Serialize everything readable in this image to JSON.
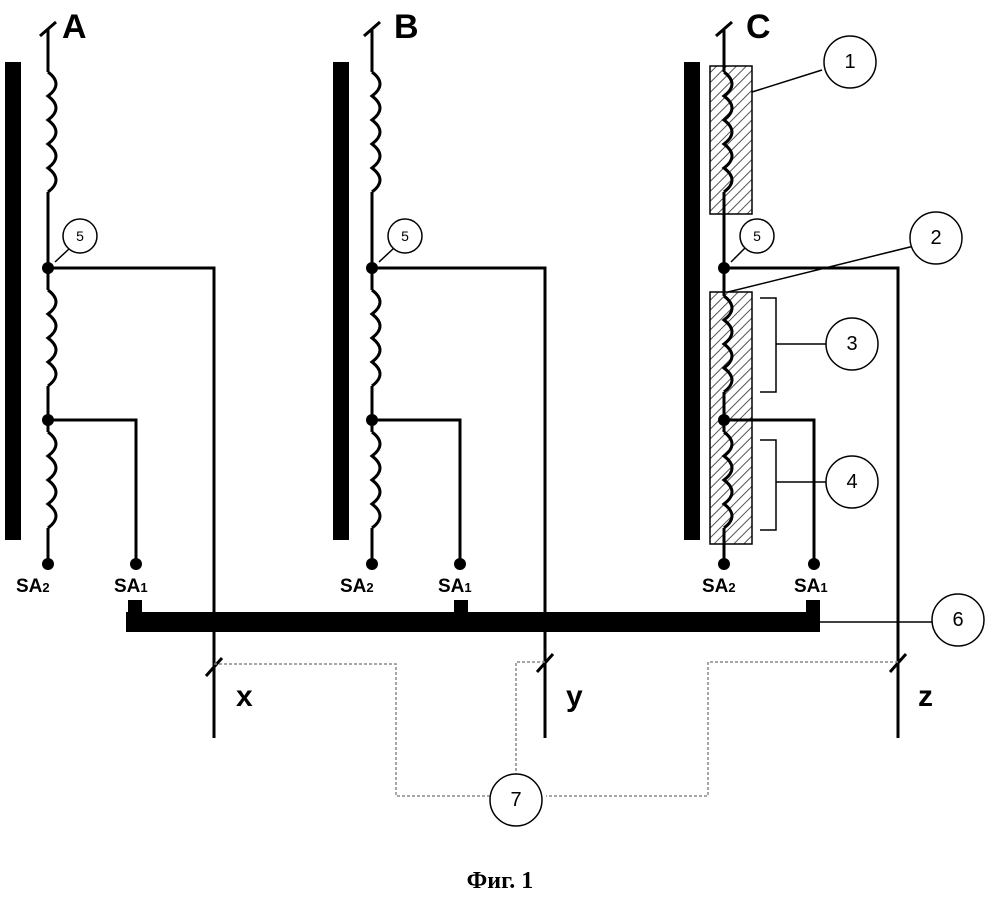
{
  "phases": [
    {
      "label": "A",
      "end_label": "x",
      "sa2": "SA",
      "sa2_sub": "2",
      "sa1": "SA",
      "sa1_sub": "1",
      "tap_label": "5"
    },
    {
      "label": "B",
      "end_label": "y",
      "sa2": "SA",
      "sa2_sub": "2",
      "sa1": "SA",
      "sa1_sub": "1",
      "tap_label": "5"
    },
    {
      "label": "C",
      "end_label": "z",
      "sa2": "SA",
      "sa2_sub": "2",
      "sa1": "SA",
      "sa1_sub": "1",
      "tap_label": "5"
    }
  ],
  "callouts": [
    "1",
    "2",
    "3",
    "4",
    "6",
    "7"
  ],
  "caption": "Фиг. 1"
}
